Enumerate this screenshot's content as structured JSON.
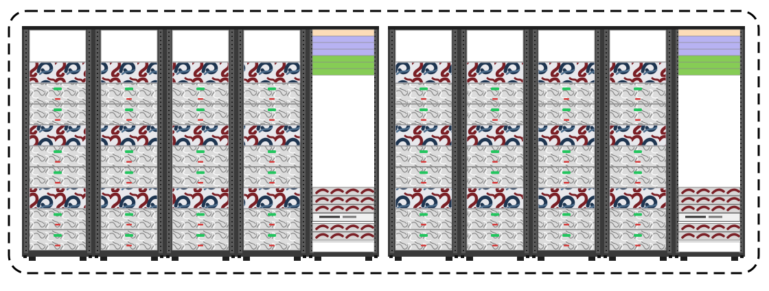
{
  "diagram": {
    "boundary": {
      "style": "dashed",
      "color": "#000000"
    },
    "groups": [
      {
        "compute_racks": [
          {
            "units": [
              "cpu-chassis",
              "storage-node",
              "storage-node",
              "cpu-chassis",
              "storage-node",
              "storage-node",
              "cpu-chassis",
              "storage-node",
              "storage-node"
            ]
          },
          {
            "units": [
              "cpu-chassis",
              "storage-node",
              "storage-node",
              "cpu-chassis",
              "storage-node",
              "storage-node",
              "cpu-chassis",
              "storage-node",
              "storage-node"
            ]
          },
          {
            "units": [
              "cpu-chassis",
              "storage-node",
              "storage-node",
              "cpu-chassis",
              "storage-node",
              "storage-node",
              "cpu-chassis",
              "storage-node",
              "storage-node"
            ]
          },
          {
            "units": [
              "cpu-chassis",
              "storage-node",
              "storage-node",
              "cpu-chassis",
              "storage-node",
              "storage-node",
              "cpu-chassis",
              "storage-node",
              "storage-node"
            ]
          }
        ],
        "network_rack": {
          "top_units": [
            "patch-panel",
            "switch",
            "switch",
            "switch",
            "mgmt-switch",
            "mgmt-switch",
            "mgmt-switch"
          ],
          "bottom_units": [
            "server-1u",
            "server-1u",
            "server-1u",
            "keyboard-tray",
            "server-1u",
            "server-1u"
          ]
        }
      },
      {
        "compute_racks": [
          {
            "units": [
              "cpu-chassis",
              "storage-node",
              "storage-node",
              "cpu-chassis",
              "storage-node",
              "storage-node",
              "cpu-chassis",
              "storage-node",
              "storage-node"
            ]
          },
          {
            "units": [
              "cpu-chassis",
              "storage-node",
              "storage-node",
              "cpu-chassis",
              "storage-node",
              "storage-node",
              "cpu-chassis",
              "storage-node",
              "storage-node"
            ]
          },
          {
            "units": [
              "cpu-chassis",
              "storage-node",
              "storage-node",
              "cpu-chassis",
              "storage-node",
              "storage-node",
              "cpu-chassis",
              "storage-node",
              "storage-node"
            ]
          },
          {
            "units": [
              "cpu-chassis",
              "storage-node",
              "storage-node",
              "cpu-chassis",
              "storage-node",
              "storage-node",
              "cpu-chassis",
              "storage-node",
              "storage-node"
            ]
          }
        ],
        "network_rack": {
          "top_units": [
            "patch-panel",
            "switch",
            "switch",
            "switch",
            "mgmt-switch",
            "mgmt-switch",
            "mgmt-switch"
          ],
          "bottom_units": [
            "server-1u",
            "server-1u",
            "server-1u",
            "keyboard-tray",
            "server-1u",
            "server-1u"
          ]
        }
      }
    ],
    "colors": {
      "frame": "#3a3a3a",
      "frame_dark": "#1f1f1f",
      "rail": "#5a5a5a",
      "cpu_red": "#7a1f25",
      "cpu_navy": "#1e3550",
      "cpu_blue": "#4c6d8c",
      "cpu_bg": "#e8e8ec",
      "storage_bg": "#dcdcdc",
      "storage_swirl": "#8a8a8a",
      "led_green": "#22c55e",
      "led_red": "#d63b3b",
      "patch_panel": "#fcdcb8",
      "switch": "#b7b2f2",
      "mgmt_switch": "#86cc55",
      "server_red": "#7a1f25"
    }
  }
}
